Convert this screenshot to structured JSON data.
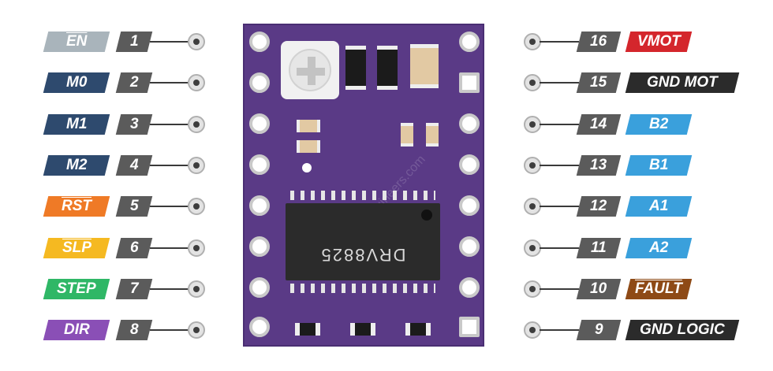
{
  "left_pins": [
    {
      "number": "1",
      "label": "EN",
      "color": "#a9b4bb",
      "overbar": true
    },
    {
      "number": "2",
      "label": "M0",
      "color": "#2e4a6e",
      "overbar": false
    },
    {
      "number": "3",
      "label": "M1",
      "color": "#2e4a6e",
      "overbar": false
    },
    {
      "number": "4",
      "label": "M2",
      "color": "#2e4a6e",
      "overbar": false
    },
    {
      "number": "5",
      "label": "RST",
      "color": "#ef7a26",
      "overbar": true
    },
    {
      "number": "6",
      "label": "SLP",
      "color": "#f5b921",
      "overbar": true
    },
    {
      "number": "7",
      "label": "STEP",
      "color": "#2fb766",
      "overbar": false
    },
    {
      "number": "8",
      "label": "DIR",
      "color": "#8a4fb6",
      "overbar": false
    }
  ],
  "right_pins": [
    {
      "number": "16",
      "label": "VMOT",
      "color": "#d4262c",
      "overbar": false
    },
    {
      "number": "15",
      "label": "GND MOT",
      "color": "#2b2b2b",
      "overbar": false
    },
    {
      "number": "14",
      "label": "B2",
      "color": "#3aa0dc",
      "overbar": false
    },
    {
      "number": "13",
      "label": "B1",
      "color": "#3aa0dc",
      "overbar": false
    },
    {
      "number": "12",
      "label": "A1",
      "color": "#3aa0dc",
      "overbar": false
    },
    {
      "number": "11",
      "label": "A2",
      "color": "#3aa0dc",
      "overbar": false
    },
    {
      "number": "10",
      "label": "FAULT",
      "color": "#8e4a16",
      "overbar": true
    },
    {
      "number": "9",
      "label": "GND LOGIC",
      "color": "#2b2b2b",
      "overbar": false
    }
  ],
  "board": {
    "chip_label": "DRV8825",
    "watermark": "LastMinuteEngineers.com",
    "board_color": "#5a3a86"
  }
}
